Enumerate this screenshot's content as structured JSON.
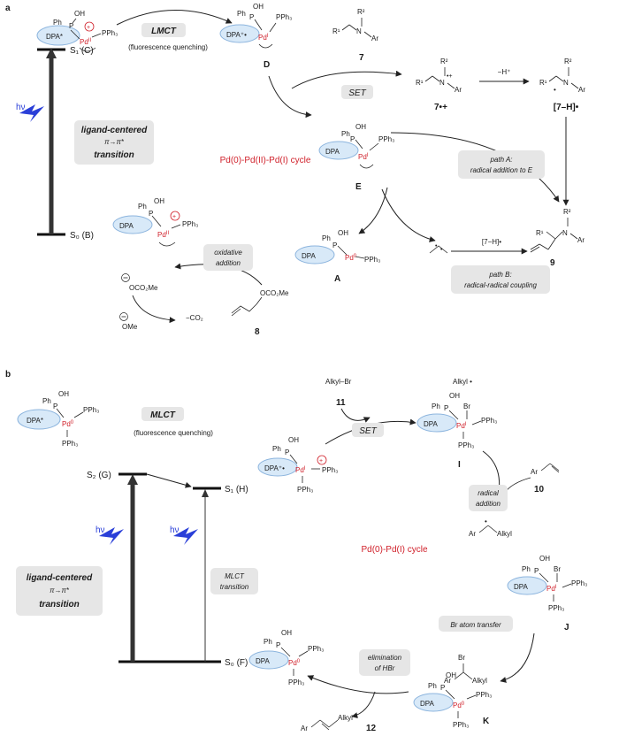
{
  "panel_a": {
    "label": "a",
    "S1_level": "S₁ (C)",
    "S0_level": "S₀ (B)",
    "hv": "hν",
    "ligand_centered": [
      "ligand-centered",
      "π→π*",
      "transition"
    ],
    "lmct": "LMCT",
    "fluorescence": "(fluorescence quenching)",
    "cycle_title": "Pd(0)-Pd(II)-Pd(I) cycle",
    "set": "SET",
    "deprot": "−H⁺",
    "path_a": [
      "path A:",
      "radical addition to E"
    ],
    "path_b": [
      "path B:",
      "radical-radical coupling"
    ],
    "oxidative_addition": [
      "oxidative",
      "addition"
    ],
    "minus_co2": "−CO₂",
    "radical_product": "[7−H]•",
    "cpd_C": "C",
    "cpd_D": "D",
    "cpd_E": "E",
    "cpd_A": "A",
    "cpd_7": "7",
    "cpd_7rc": "7•+",
    "cpd_7H": "[7–H]•",
    "cpd_8": "8",
    "cpd_9": "9",
    "ocomе": "OCO₂Me",
    "ome": "OMe",
    "pd_ii": "Pdᴵᴵ",
    "pd_i": "Pdᴵ",
    "pd_0": "Pd⁰"
  },
  "panel_b": {
    "label": "b",
    "S2_level": "S₂ (G)",
    "S1_level": "S₁ (H)",
    "S0_level": "S₀ (F)",
    "hv1": "hν",
    "hv2": "hν",
    "ligand_centered": [
      "ligand-centered",
      "π→π*",
      "transition"
    ],
    "mlct": "MLCT",
    "fluorescence": "(fluorescence quenching)",
    "mlct_transition": [
      "MLCT",
      "transition"
    ],
    "cycle_title": "Pd(0)-Pd(I) cycle",
    "set": "SET",
    "radical_addition": [
      "radical",
      "addition"
    ],
    "br_transfer": "Br atom transfer",
    "elimination": [
      "elimination",
      "of HBr"
    ],
    "alkyl_br": "Alkyl–Br",
    "alkyl_rad": "Alkyl •",
    "cpd_11": "11",
    "cpd_10": "10",
    "cpd_12": "12",
    "cpd_I": "I",
    "cpd_J": "J",
    "cpd_K": "K"
  }
}
